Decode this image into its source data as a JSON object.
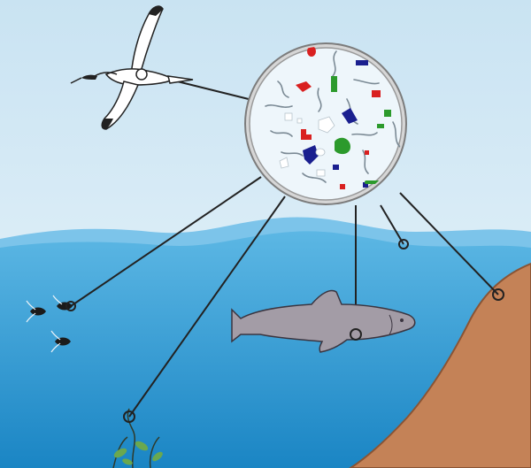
{
  "colors": {
    "sky_top": "#c9e3f2",
    "sky_bottom": "#eaf5fb",
    "water_top": "#58b4e3",
    "water_bottom": "#1a85c4",
    "water_surface_back": "#7cc4ea",
    "seabed": "#c48257",
    "seabed_edge": "#8a5434",
    "fish": "#a39ca6",
    "fish_outline": "#3b3540",
    "connector": "#222222",
    "lens_rim": "#8d8d8d",
    "particle_red": "#d92020",
    "particle_blue": "#1a1f8f",
    "particle_green": "#2c9a2c",
    "particle_white": "#ffffff",
    "plant": "#6aa84f"
  },
  "scene": {
    "organisms": [
      "bird-icon",
      "plankton-icon",
      "fish-icon",
      "aquatic-plant-icon"
    ],
    "habitats": [
      "air",
      "water-surface",
      "water-column",
      "sediment"
    ],
    "magnified_view": "microplastic-particles"
  }
}
